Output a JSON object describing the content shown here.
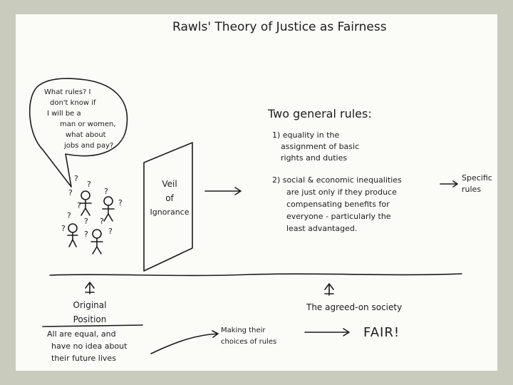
{
  "title": "Rawls' Theory of Justice as Fairness",
  "speech_bubble": [
    "What rules? I",
    "don't know if",
    "I will be a",
    "man or women,",
    "what about",
    "jobs and pay?"
  ],
  "question_mark": "?",
  "veil_label": [
    "Veil",
    "of",
    "Ignorance"
  ],
  "rules_heading": "Two general rules:",
  "rule_1": [
    "1) equality in the",
    "assignment of basic",
    "rights and duties"
  ],
  "rule_2": [
    "2) social & economic inequalities",
    "are just only if they produce",
    "compensating benefits for",
    "everyone - particularly the",
    "least advantaged."
  ],
  "specific_rules": [
    "Specific",
    "rules"
  ],
  "original_position": [
    "Original",
    "Position"
  ],
  "all_equal": [
    "All are equal, and",
    "have no idea about",
    "their future lives"
  ],
  "making_choices": [
    "Making their",
    "choices of rules"
  ],
  "agreed_society": "The agreed-on society",
  "fair": "FAIR!"
}
